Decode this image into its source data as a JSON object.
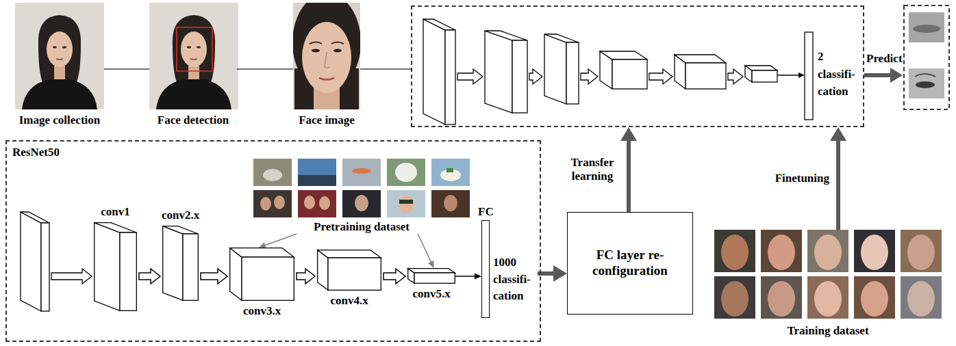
{
  "diagram": {
    "nodes": [
      {
        "text": [
          "Image collection"
        ]
      },
      {
        "text": [
          "Face detection"
        ]
      },
      {
        "text": [
          "Face image"
        ]
      },
      {
        "text": [
          "2 classifi- cation"
        ]
      },
      {
        "text": [
          "ResNet50"
        ]
      },
      {
        "text": [
          "conv1"
        ],
        "in": 4
      },
      {
        "text": [
          "conv2.x"
        ],
        "in": 4
      },
      {
        "text": [
          "Pretraining dataset"
        ],
        "in": 4
      },
      {
        "text": [
          "conv3.x"
        ],
        "in": 4
      },
      {
        "text": [
          "conv4.x"
        ],
        "in": 4
      },
      {
        "text": [
          "conv5.x"
        ],
        "in": 4
      },
      {
        "text": [
          "FC",
          "1000 classifi- cation"
        ],
        "in": 4
      },
      {
        "text": [
          "FC layer re-configuration"
        ]
      },
      {
        "text": [
          "Training dataset"
        ]
      }
    ],
    "edges": [
      {
        "from": 0,
        "to": 1,
        "arrow": "none"
      },
      {
        "from": 1,
        "to": 2,
        "arrow": "none"
      },
      {
        "from": 2,
        "to": 3,
        "arrow": "none"
      },
      {
        "from": 5,
        "to": 6,
        "arrow": "to"
      },
      {
        "from": 6,
        "to": 8,
        "arrow": "to"
      },
      {
        "from": 8,
        "to": 9,
        "arrow": "to"
      },
      {
        "from": 9,
        "to": 10,
        "arrow": "to"
      },
      {
        "from": 10,
        "to": 11,
        "arrow": "to"
      },
      {
        "from": 7,
        "to": 8,
        "arrow": "to"
      },
      {
        "from": 7,
        "to": 10,
        "arrow": "to"
      },
      {
        "from": 11,
        "to": 12,
        "arrow": "to"
      },
      {
        "from": 12,
        "to": 3,
        "arrow": "to",
        "label": "Transfer learning"
      },
      {
        "from": 13,
        "to": 3,
        "arrow": "to",
        "label": "Finetuning"
      }
    ],
    "labels": [
      "Predict"
    ]
  }
}
